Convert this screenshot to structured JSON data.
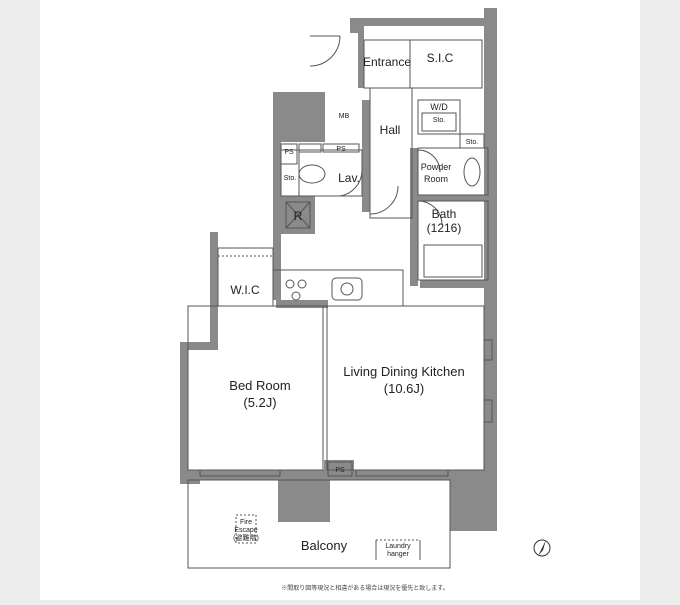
{
  "rooms": {
    "entrance": "Entrance",
    "sic": "S.I.C",
    "mb": "MB",
    "hall": "Hall",
    "wd": "W/D",
    "wd_sto": "Sto.",
    "sto": "Sto.",
    "ps_upper": "PS",
    "ps_small": "PS",
    "lav_sto": "Sto.",
    "lav": "Lav.",
    "powder": "Powder",
    "powder2": "Room",
    "bath": "Bath",
    "bath_size": "(1216)",
    "r": "R",
    "wic": "W.I.C",
    "bedroom": "Bed Room",
    "bedroom_size": "(5.2J)",
    "ldk": "Living Dining Kitchen",
    "ldk_size": "(10.6J)",
    "ps_lower": "PS",
    "balcony": "Balcony",
    "fire1": "Fire",
    "fire2": "Escape",
    "fire3": "(避難階)",
    "laundry1": "Laundry",
    "laundry2": "hanger"
  },
  "footnote": "※間取り図等現況と相違がある場合は現況を優先と致します。",
  "colors": {
    "wall": "#8a8a8a",
    "line": "#555555",
    "paper": "#ffffff"
  }
}
